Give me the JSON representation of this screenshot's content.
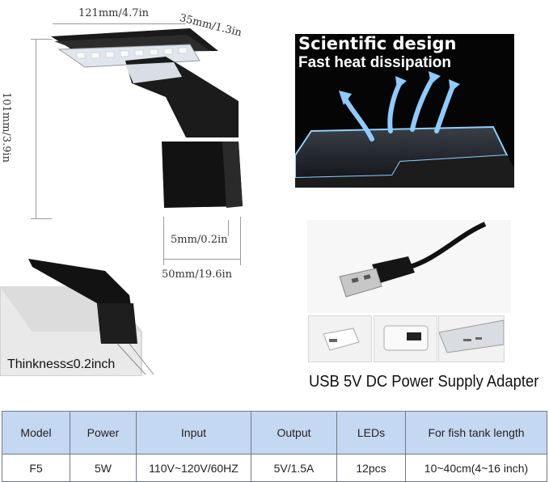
{
  "dimensions": {
    "width": "121mm/4.7in",
    "depth": "35mm/1.3in",
    "height": "101mm/3.9in",
    "clip_gap": "5mm/0.2in",
    "clip_depth": "50mm/19.6in"
  },
  "heat_panel": {
    "title": "Scientific design",
    "subtitle": "Fast heat dissipation"
  },
  "usb_caption": "USB 5V DC Power Supply Adapter",
  "thickness_caption": "Thinkness≤0.2inch",
  "spec_table": {
    "headers": [
      "Model",
      "Power",
      "Input",
      "Output",
      "LEDs",
      "For fish tank length"
    ],
    "rows": [
      [
        "F5",
        "5W",
        "110V~120V/60HZ",
        "5V/1.5A",
        "12pcs",
        "10~40cm(4~16 inch)"
      ]
    ]
  },
  "colors": {
    "header_bg": "#c5d8f1",
    "glow": "#7fc2ff"
  }
}
